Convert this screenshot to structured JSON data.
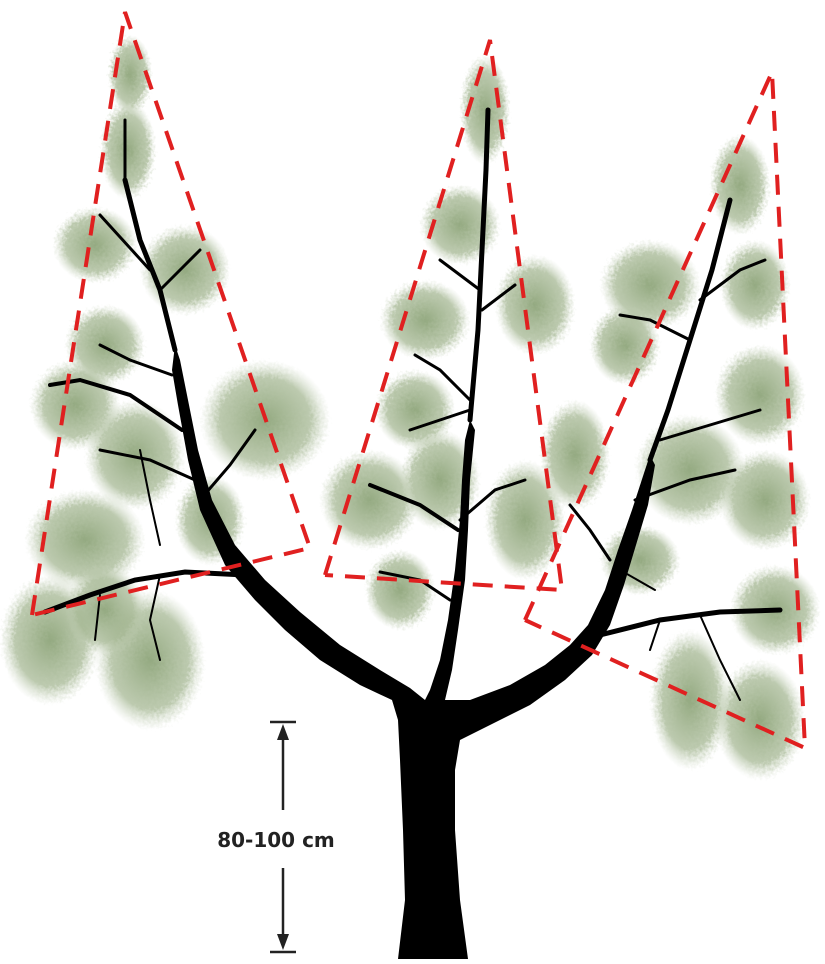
{
  "diagram": {
    "subject": "tree-pruning-open-center",
    "leaders": 3,
    "trunk_height_label": "80-100 cm",
    "colors": {
      "background": "#ffffff",
      "trunk": "#000000",
      "foliage": "#8fa27a",
      "guide_lines": "#e02020",
      "dimension": "#222222"
    }
  }
}
